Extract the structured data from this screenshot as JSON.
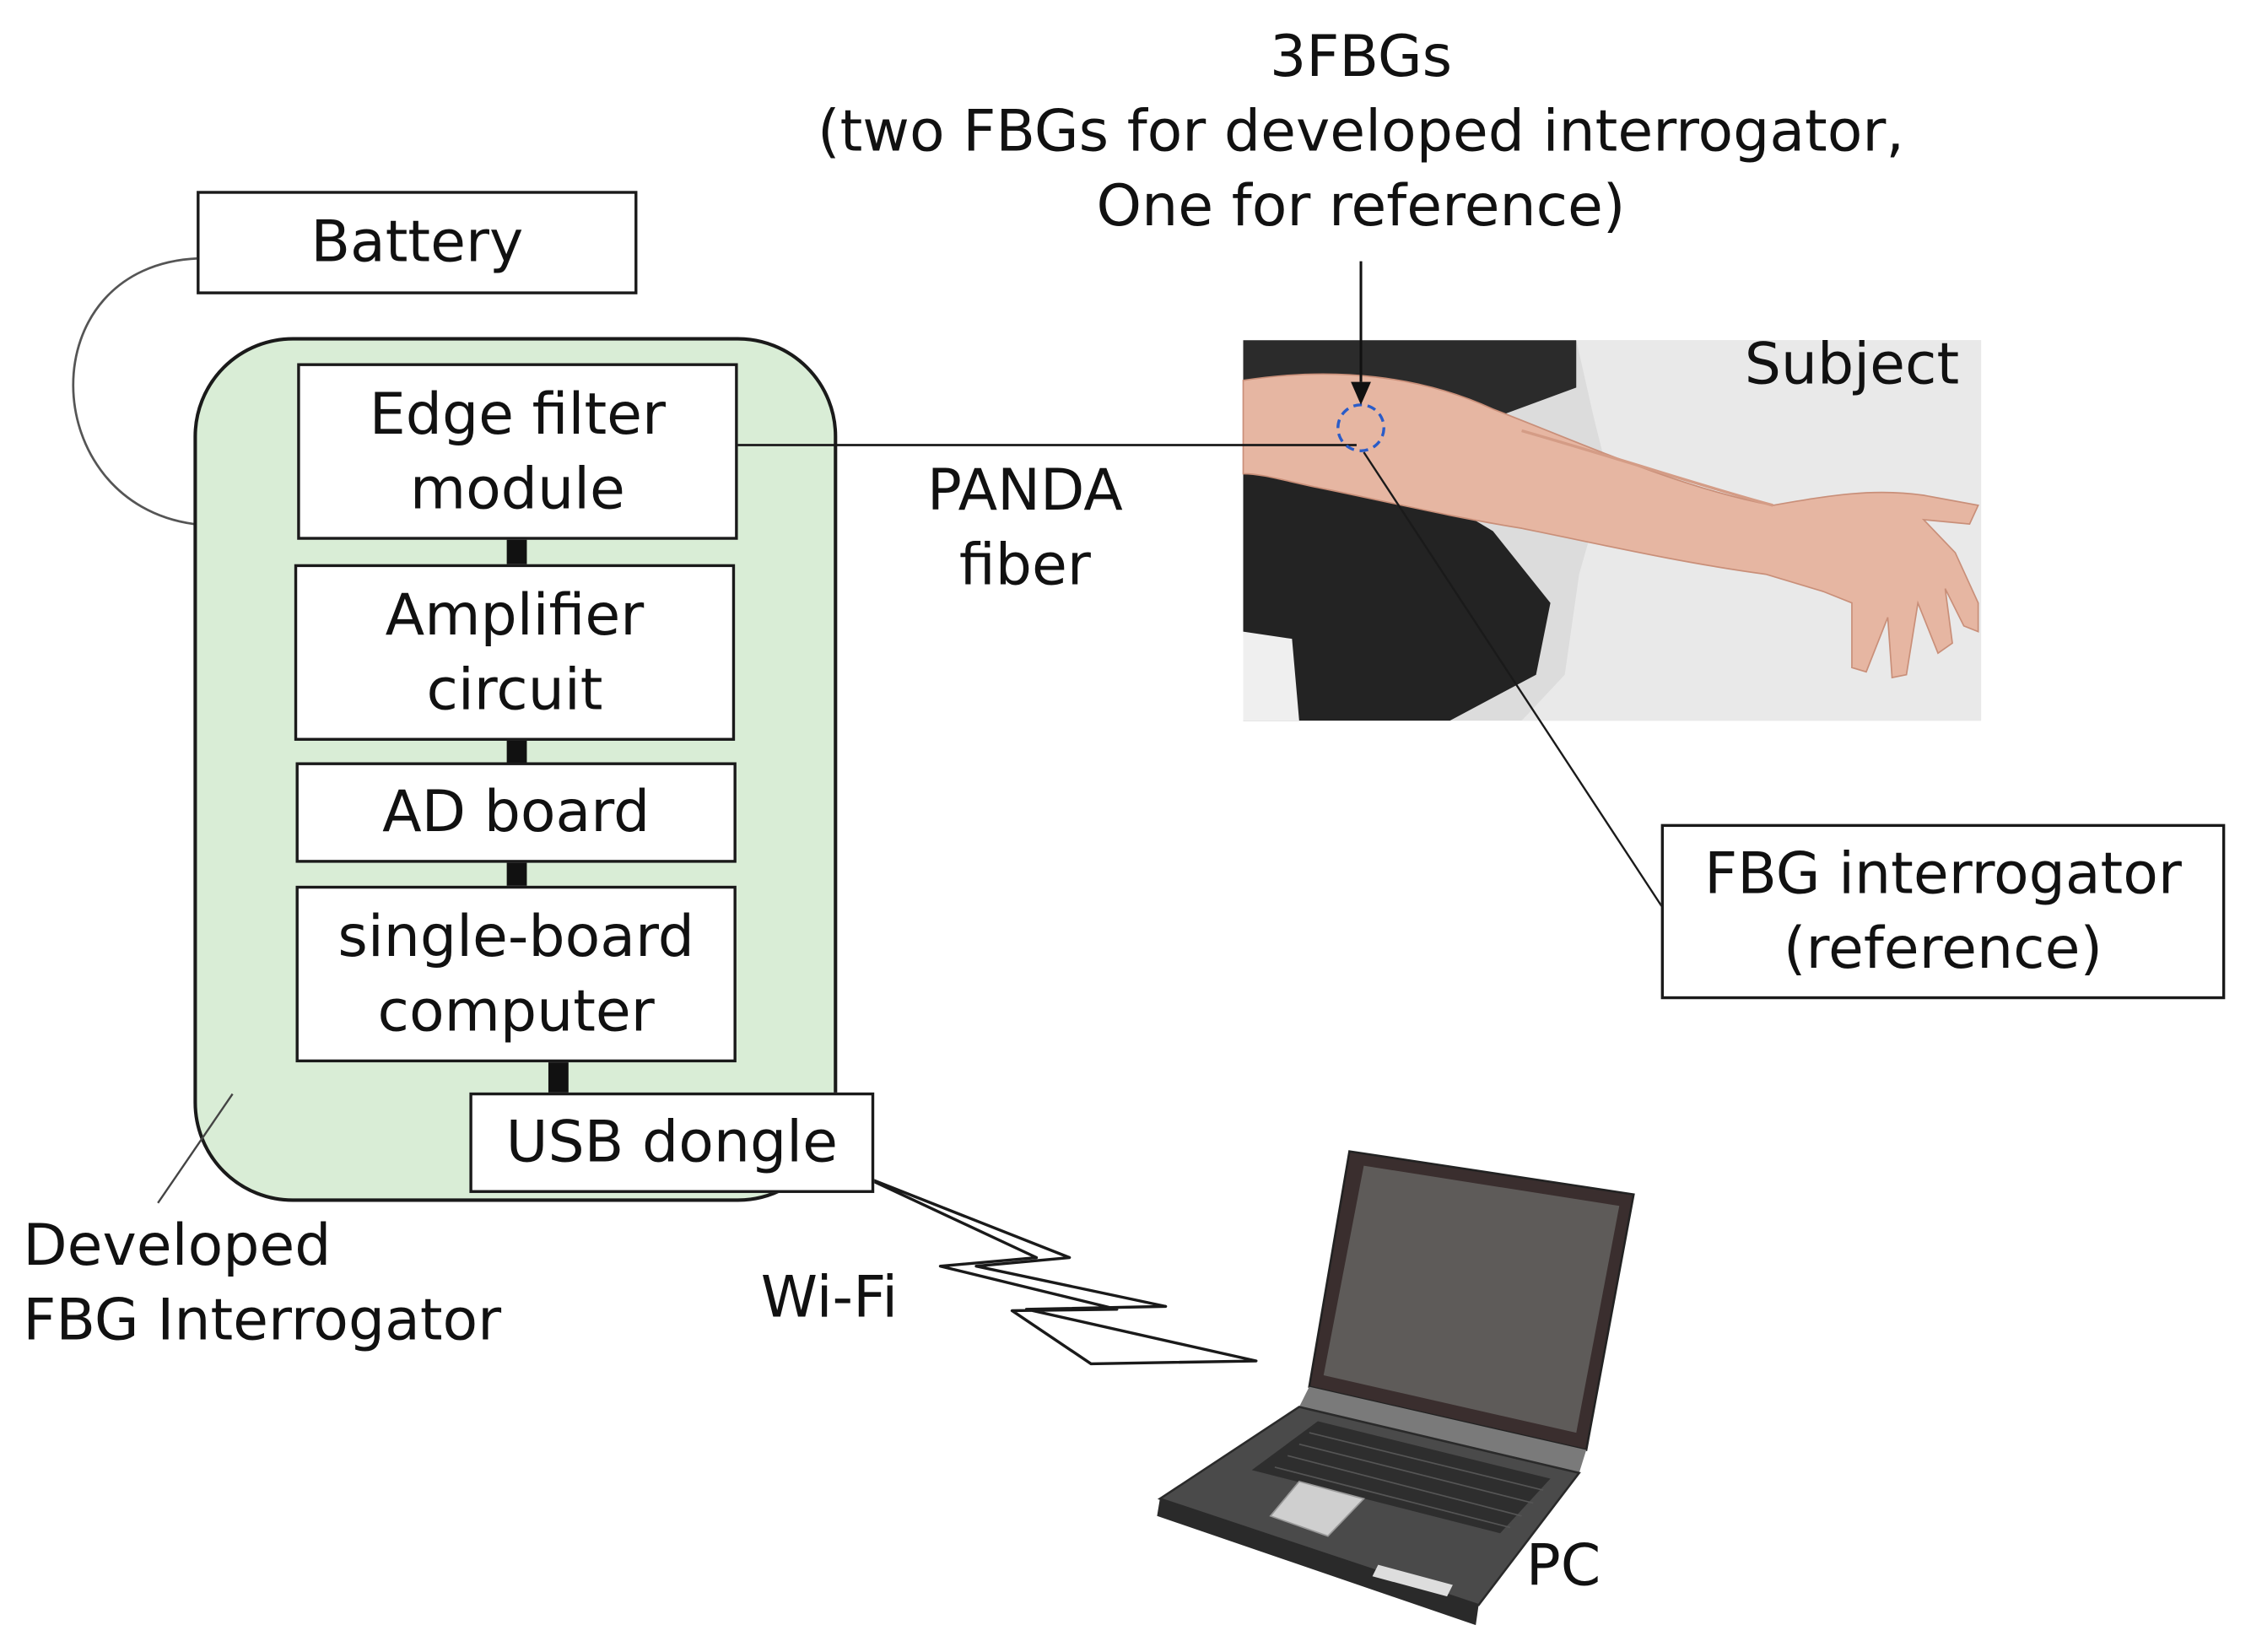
{
  "battery": "Battery",
  "interrogator": {
    "edge_filter": "Edge filter\nmodule",
    "amplifier": "Amplifier\ncircuit",
    "ad_board": "AD board",
    "sbc": "single-board\ncomputer",
    "usb": "USB dongle",
    "caption": "Developed\nFBG Interrogator"
  },
  "fbg_note": "3FBGs\n(two FBGs for developed interrogator,\nOne for reference)",
  "fiber_label": "PANDA\nfiber",
  "subject_label": "Subject",
  "reference_interrogator": "FBG interrogator\n(reference)",
  "wifi_label": "Wi-Fi",
  "pc_label": "PC",
  "colors": {
    "module_fill": "#d9edd6",
    "outline": "#1a1a1a",
    "fbg_marker": "#2a5cc8",
    "photo_dark": "#232323",
    "skin": "#e6b6a2",
    "laptop_body": "#4a4a4a",
    "laptop_screen": "#5e5b59"
  },
  "icons": [
    "battery-cable",
    "arm-photo",
    "fbg-marker-circle",
    "wifi-lightning-icon",
    "laptop-icon"
  ]
}
